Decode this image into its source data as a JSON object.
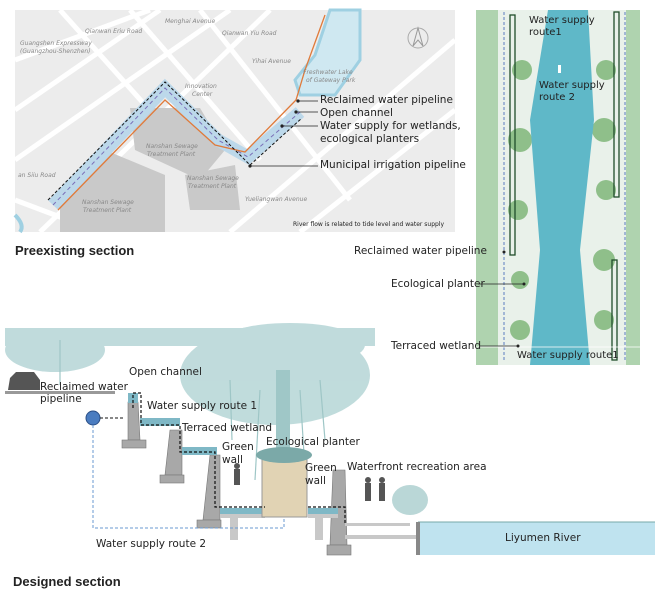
{
  "top_map": {
    "legend": {
      "reclaimed": "Reclaimed water pipeline",
      "open_channel": "Open channel",
      "wetland_supply_1": "Water supply for wetlands,",
      "wetland_supply_2": "ecological planters",
      "irrigation": "Municipal irrigation pipeline"
    },
    "note": "River flow is related to tide level and water supply",
    "streets": {
      "expressway_1": "Guangshen Expressway",
      "expressway_2": "(Guangzhou-Shenzhen)",
      "qianwan_eriu": "Qianwan Eriu Road",
      "menghai": "Menghai Avenue",
      "qianwan_yiu": "Qianwan Yiu Road",
      "yihai": "Yihai Avenue",
      "yueliangwan": "Yueliangwan Avenue",
      "siu": "an Siiu Road"
    },
    "places": {
      "lake_1": "Freshwater Lake",
      "lake_2": "of Gateway Park",
      "innovation_1": "Innovation",
      "innovation_2": "Center",
      "sewage_a_1": "Nanshan Sewage",
      "sewage_a_2": "Treatment Plant",
      "sewage_b_1": "Nanshan Sewage",
      "sewage_b_2": "Treatment Plant",
      "sewage_c_1": "Nanshan Sewage",
      "sewage_c_2": "Treatment Plant"
    },
    "caption": "Preexisting  section"
  },
  "plan": {
    "route1_1": "Water supply",
    "route1_2": "route1",
    "route2_1": "Water supply",
    "route2_2": "route 2",
    "reclaimed": "Reclaimed water pipeline",
    "planter": "Ecological planter",
    "wetland": "Terraced wetland",
    "route_bottom": "Water supply route1"
  },
  "section": {
    "reclaimed_1": "Reclaimed water",
    "reclaimed_2": "pipeline",
    "open_channel": "Open channel",
    "route1": "Water supply route 1",
    "wetland": "Terraced wetland",
    "green_wall_a_1": "Green",
    "green_wall_a_2": "wall",
    "planter": "Ecological planter",
    "green_wall_b_1": "Green",
    "green_wall_b_2": "wall",
    "recreation": "Waterfront recreation area",
    "route2": "Water supply route 2",
    "river": "Liyumen River",
    "caption": "Designed section"
  },
  "colors": {
    "water": "#a9d8e6",
    "river": "#5fb8c8",
    "pipe": "#e07a3a",
    "tree": "#8fc3a0"
  }
}
